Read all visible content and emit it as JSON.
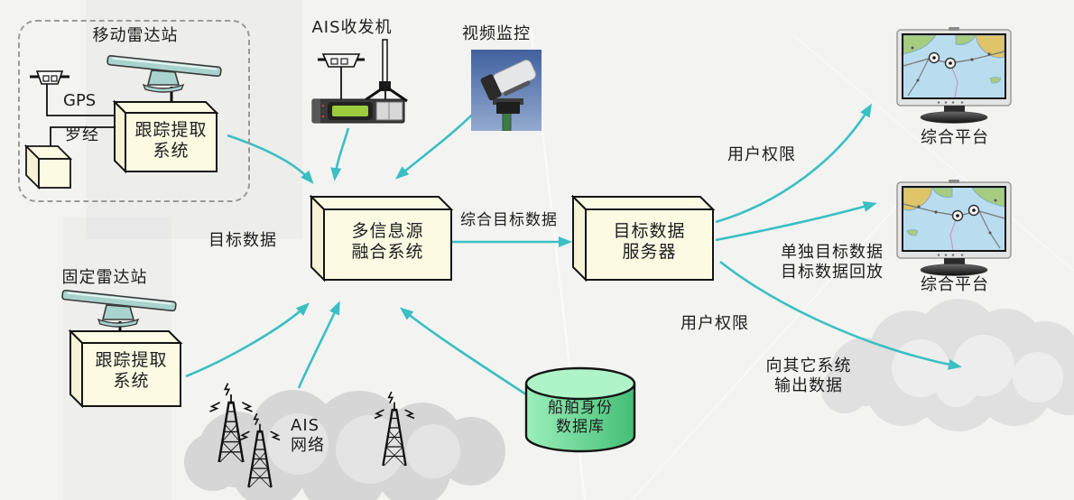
{
  "colors": {
    "arrow": "#3ABFC3",
    "box_fill": "#FCFAE3",
    "box_border": "#141414",
    "radar_fill": "#A9D4CE",
    "database_light": "#9CEFBB",
    "database_dark": "#4FCB80",
    "cloud_gray": "#D8D8D8",
    "screen_water": "#B9DDEF",
    "land_green": "#A6CC80",
    "land_yellow": "#DFC46A"
  },
  "mobile_station": {
    "title": "移动雷达站",
    "gps_label": "GPS",
    "compass_label": "罗经",
    "tracking_system": "跟踪提取\n系统"
  },
  "fixed_station": {
    "title": "固定雷达站",
    "tracking_system": "跟踪提取\n系统"
  },
  "ais_transceiver": {
    "label": "AIS收发机"
  },
  "video_surveillance": {
    "label": "视频监控"
  },
  "fusion_system": {
    "label": "多信息源\n融合系统"
  },
  "target_server": {
    "label": "目标数据\n服务器"
  },
  "platforms": [
    {
      "label": "综合平台"
    },
    {
      "label": "综合平台"
    }
  ],
  "ais_network": {
    "label": "AIS\n网络"
  },
  "ship_database": {
    "label": "船舶身份\n数据库"
  },
  "links": {
    "fusion_to_server": "综合目标数据",
    "target_data": "目标数据",
    "user_permission_top": "用户权限",
    "user_permission_bottom": "用户权限",
    "individual_target": "单独目标数据\n目标数据回放",
    "other_systems": "向其它系统\n输出数据"
  }
}
